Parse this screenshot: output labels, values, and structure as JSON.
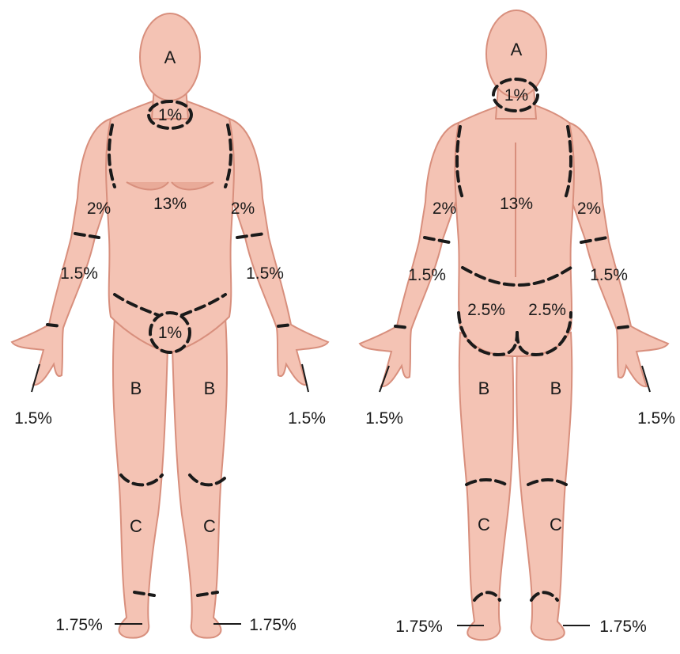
{
  "front": {
    "head": "A",
    "neck": "1%",
    "trunk": "13%",
    "right_upper_arm": "2%",
    "left_upper_arm": "2%",
    "right_forearm": "1.5%",
    "left_forearm": "1.5%",
    "genitalia": "1%",
    "right_hand": "1.5%",
    "left_hand": "1.5%",
    "right_thigh": "B",
    "left_thigh": "B",
    "right_leg": "C",
    "left_leg": "C",
    "right_foot": "1.75%",
    "left_foot": "1.75%"
  },
  "back": {
    "head": "A",
    "neck": "1%",
    "trunk": "13%",
    "left_upper_arm": "2%",
    "right_upper_arm": "2%",
    "left_forearm": "1.5%",
    "right_forearm": "1.5%",
    "left_buttock": "2.5%",
    "right_buttock": "2.5%",
    "left_hand": "1.5%",
    "right_hand": "1.5%",
    "left_thigh": "B",
    "right_thigh": "B",
    "left_leg": "C",
    "right_leg": "C",
    "left_foot": "1.75%",
    "right_foot": "1.75%"
  },
  "colors": {
    "skin": "#f4c3b4",
    "outline": "#d88f7d",
    "dashes": "#1a1a1a"
  }
}
